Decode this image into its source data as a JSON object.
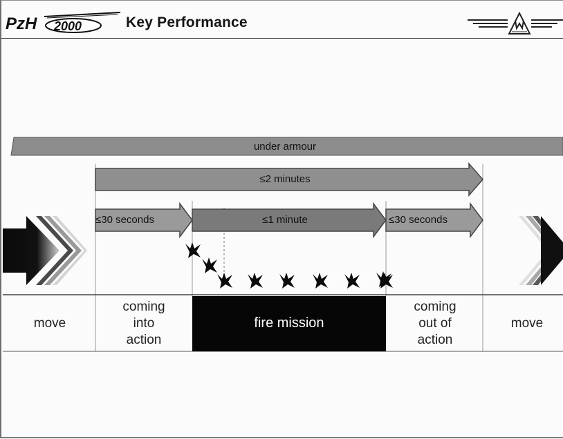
{
  "header": {
    "logo_text": "PzH 2000",
    "title": "Key Performance"
  },
  "diagram": {
    "armour_bar": "under armour",
    "total_arrow": "≤2 minutes",
    "phase_arrows": [
      {
        "id": "into",
        "label": "≤30 seconds"
      },
      {
        "id": "fire",
        "label": "≤1 minute"
      },
      {
        "id": "out",
        "label": "≤30 seconds"
      }
    ],
    "phases": [
      {
        "id": "move-left",
        "label": "move"
      },
      {
        "id": "coming-into-action",
        "label": "coming\ninto\naction"
      },
      {
        "id": "fire-mission",
        "label": "fire mission"
      },
      {
        "id": "coming-out-of-action",
        "label": "coming\nout of\naction"
      },
      {
        "id": "move-right",
        "label": "move"
      }
    ],
    "shot_count": 9,
    "colors": {
      "arrow_fill": "#8c8c8c",
      "fire_mission_fill": "#060606",
      "text": "#111111"
    }
  }
}
